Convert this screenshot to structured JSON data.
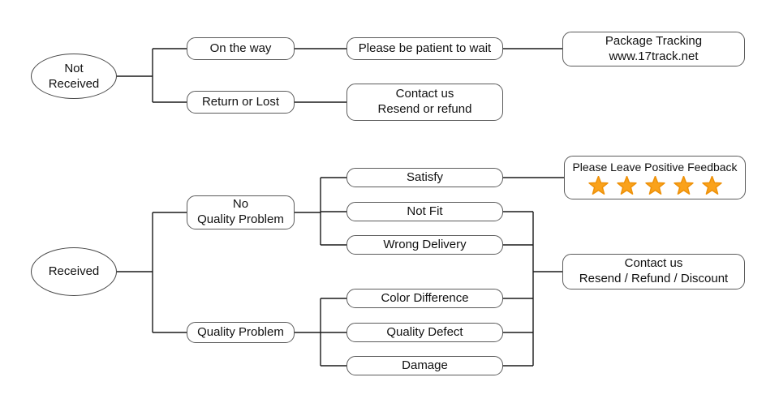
{
  "colors": {
    "line": "#1a1a1a",
    "node_border": "#5b5b5b",
    "node_fill": "#ffffff",
    "text": "#111111",
    "star_fill": "#faa21b",
    "star_stroke": "#ee9109"
  },
  "nodes": {
    "not_received": {
      "line1": "Not",
      "line2": "Received"
    },
    "on_the_way": {
      "label": "On the way"
    },
    "please_be_patient": {
      "label": "Please be patient to wait"
    },
    "package_tracking": {
      "line1": "Package Tracking",
      "line2": "www.17track.net"
    },
    "return_or_lost": {
      "label": "Return or Lost"
    },
    "contact_resend_refund": {
      "line1": "Contact us",
      "line2": "Resend or refund"
    },
    "received": {
      "label": "Received"
    },
    "no_quality_problem": {
      "line1": "No",
      "line2": "Quality Problem"
    },
    "quality_problem": {
      "label": "Quality Problem"
    },
    "satisfy": {
      "label": "Satisfy"
    },
    "not_fit": {
      "label": "Not Fit"
    },
    "wrong_delivery": {
      "label": "Wrong Delivery"
    },
    "color_difference": {
      "label": "Color Difference"
    },
    "quality_defect": {
      "label": "Quality Defect"
    },
    "damage": {
      "label": "Damage"
    },
    "positive_feedback": {
      "label": "Please Leave Positive Feedback",
      "stars": 5
    },
    "contact_resend_refund_discount": {
      "line1": "Contact us",
      "line2": "Resend / Refund / Discount"
    }
  }
}
